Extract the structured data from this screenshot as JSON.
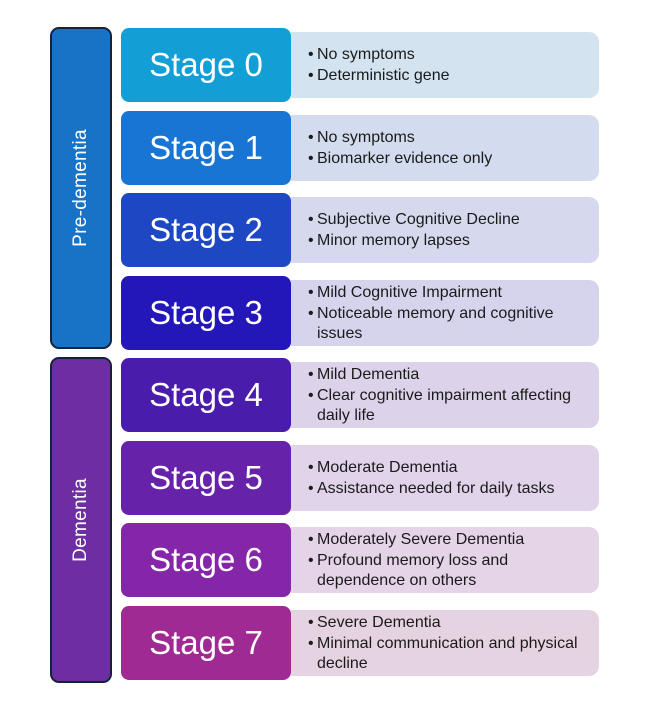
{
  "groups": [
    {
      "label": "Pre-dementia"
    },
    {
      "label": "Dementia"
    }
  ],
  "stages": [
    {
      "label": "Stage 0",
      "color": "#139fd6",
      "panel_color": "#d3e4f0",
      "bullets": [
        "No symptoms",
        "Deterministic gene"
      ]
    },
    {
      "label": "Stage 1",
      "color": "#1875d3",
      "panel_color": "#d3dcee",
      "bullets": [
        "No symptoms",
        "Biomarker evidence only"
      ]
    },
    {
      "label": "Stage 2",
      "color": "#1e47c4",
      "panel_color": "#d6d9ee",
      "bullets": [
        "Subjective Cognitive Decline",
        "Minor memory lapses"
      ]
    },
    {
      "label": "Stage 3",
      "color": "#2317b9",
      "panel_color": "#d6d3ed",
      "bullets": [
        "Mild Cognitive Impairment",
        "Noticeable memory and cognitive issues"
      ]
    },
    {
      "label": "Stage 4",
      "color": "#4a1cab",
      "panel_color": "#dcd3ea",
      "bullets": [
        "Mild Dementia",
        "Clear cognitive impairment affecting daily life"
      ]
    },
    {
      "label": "Stage 5",
      "color": "#6722aa",
      "panel_color": "#e0d3ea",
      "bullets": [
        "Moderate Dementia",
        "Assistance needed for daily tasks"
      ]
    },
    {
      "label": "Stage 6",
      "color": "#8526a8",
      "panel_color": "#e5d3e8",
      "bullets": [
        "Moderately Severe Dementia",
        "Profound memory loss and dependence on others"
      ]
    },
    {
      "label": "Stage 7",
      "color": "#a02a93",
      "panel_color": "#e6d3e1",
      "bullets": [
        "Severe Dementia",
        "Minimal communication and physical decline"
      ]
    }
  ]
}
